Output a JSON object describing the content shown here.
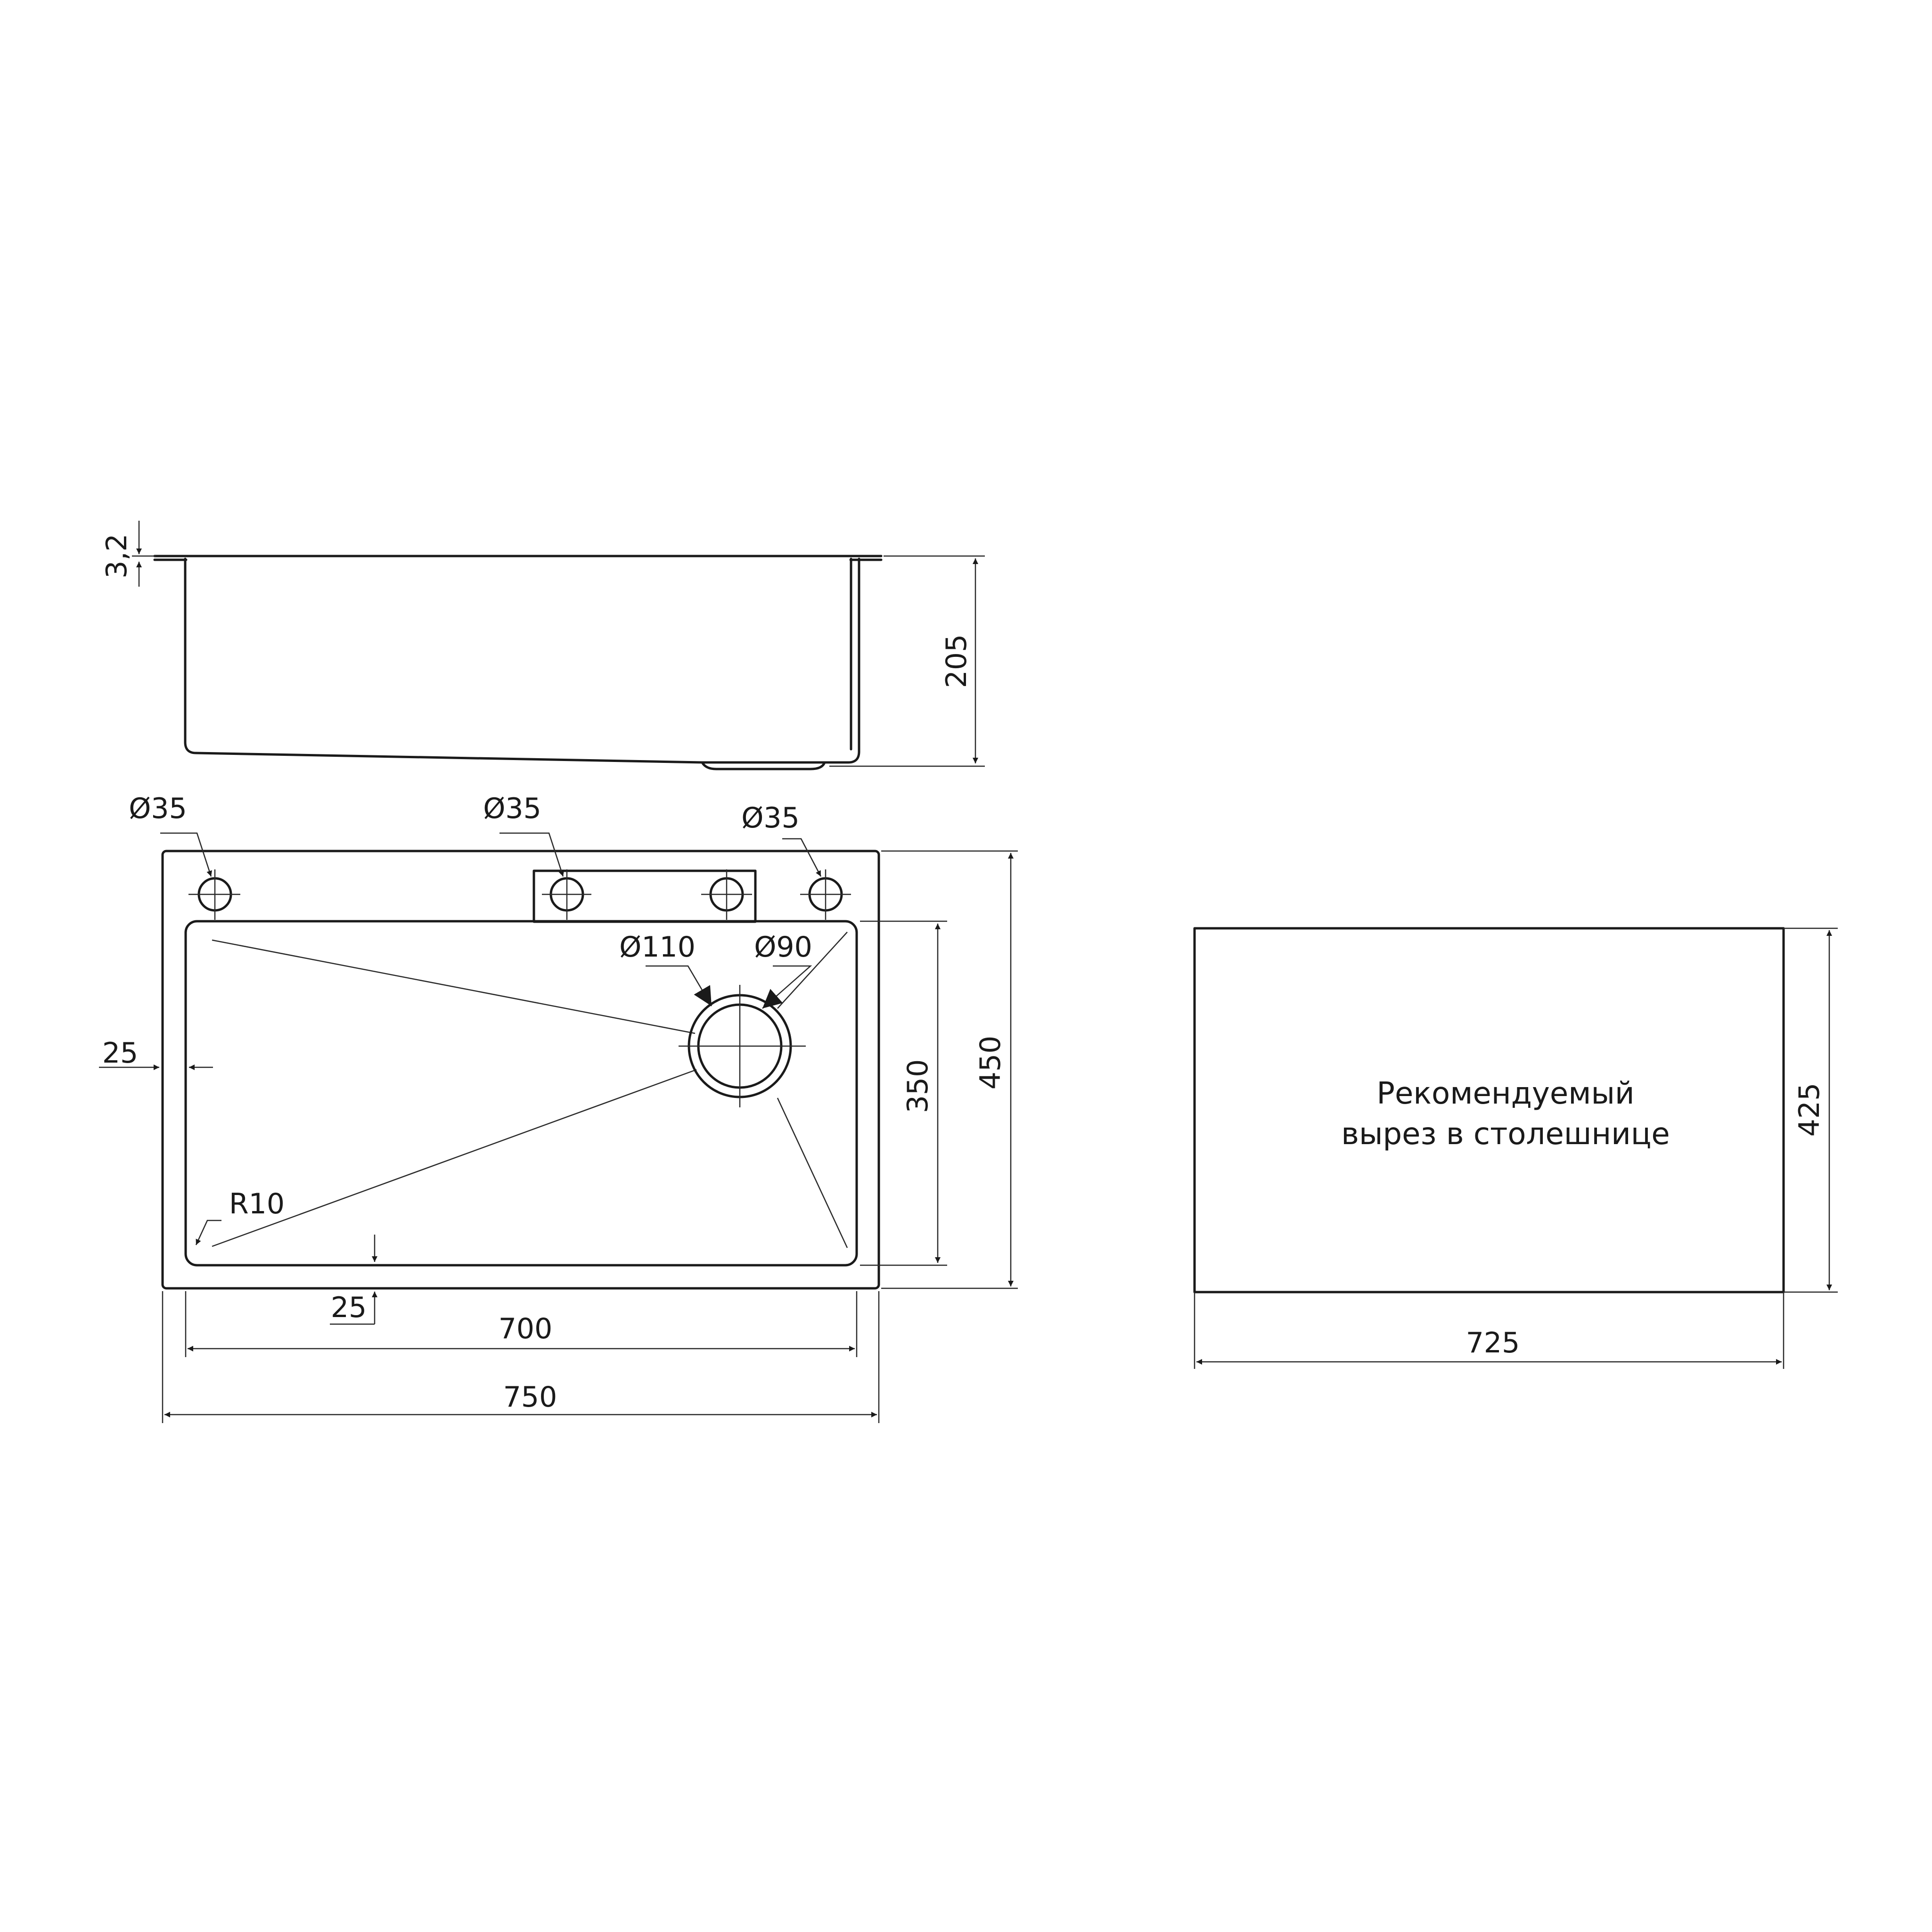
{
  "side_view": {
    "rim_thickness": "3,2",
    "depth": "205"
  },
  "top_view": {
    "hole_left": "Ø35",
    "hole_center": "Ø35",
    "hole_right": "Ø35",
    "drain_outer": "Ø110",
    "drain_inner": "Ø90",
    "corner_radius": "R10",
    "margin_left": "25",
    "margin_bottom": "25",
    "bowl_width": "700",
    "overall_width": "750",
    "bowl_depth": "350",
    "overall_depth": "450"
  },
  "cutout": {
    "note_line1": "Рекомендуемый",
    "note_line2": "вырез в столешнице",
    "width": "725",
    "depth": "425"
  }
}
